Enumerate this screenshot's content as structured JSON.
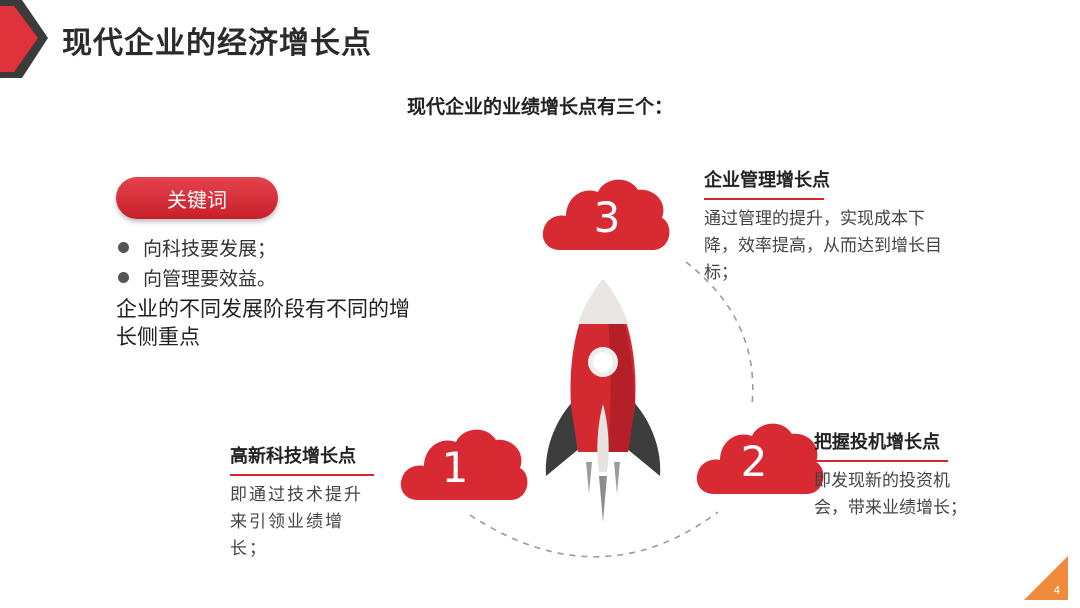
{
  "header": {
    "title": "现代企业的经济增长点"
  },
  "subtitle": "现代企业的业绩增长点有三个：",
  "keyword": {
    "label": "关键词",
    "bullets": [
      "向科技要发展；",
      "向管理要效益。"
    ],
    "note": "企业的不同发展阶段有不同的增长侧重点"
  },
  "points": [
    {
      "number": "1",
      "title": "高新科技增长点",
      "text": "即通过技术提升来引领业绩增长；"
    },
    {
      "number": "2",
      "title": "把握投机增长点",
      "text": "即发现新的投资机会，带来业绩增长；"
    },
    {
      "number": "3",
      "title": "企业管理增长点",
      "text": "通过管理的提升，实现成本下降，效率提高，从而达到增长目标；"
    }
  ],
  "page_number": "4",
  "colors": {
    "accent": "#d9262e",
    "dark": "#3a3a3a"
  },
  "icons": [
    "rocket-icon",
    "cloud-icon"
  ]
}
